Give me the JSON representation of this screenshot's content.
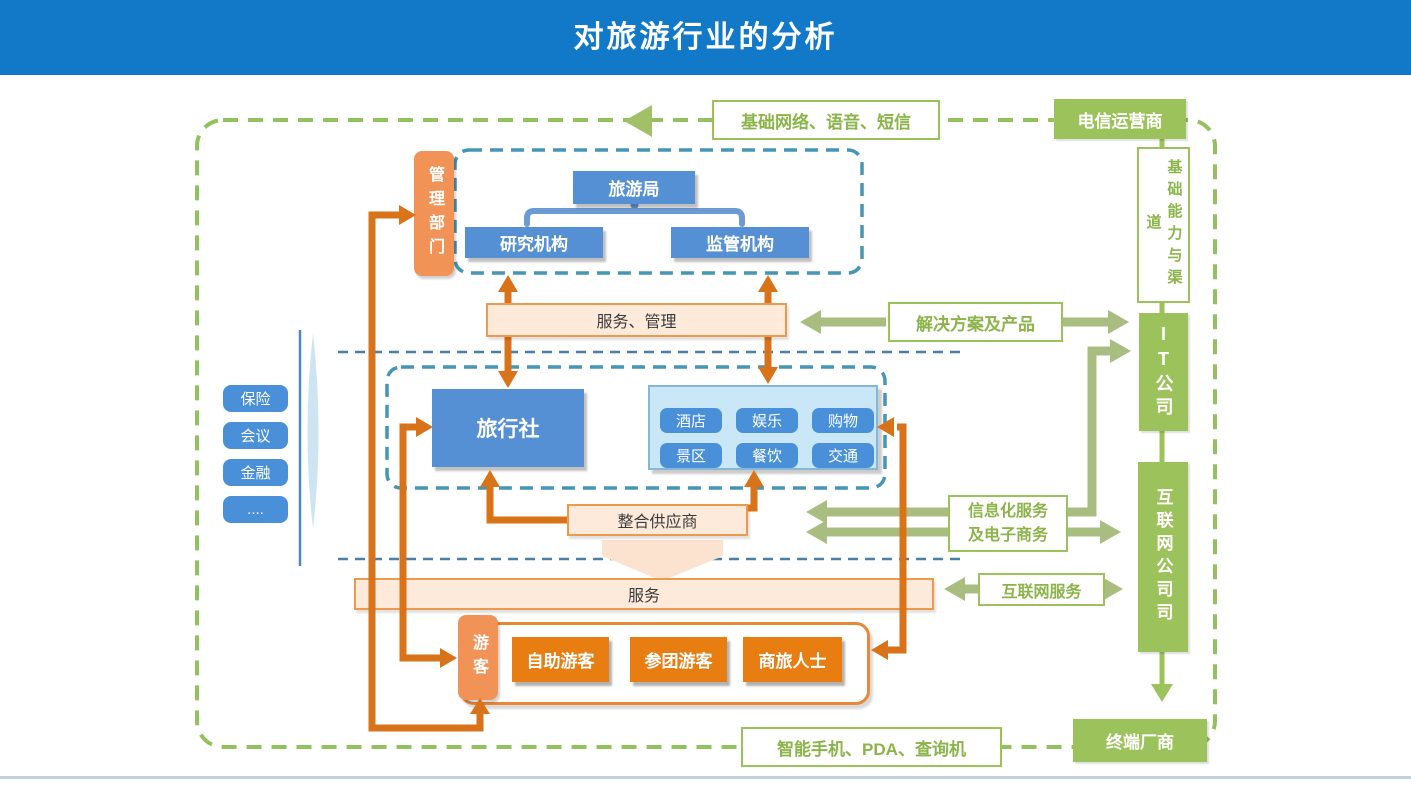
{
  "title": "对旅游行业的分析",
  "colors": {
    "header_blue": "#1278c8",
    "box_blue": "#5590d5",
    "chip_blue": "#4a90d9",
    "orange_fill": "#f19257",
    "deep_orange": "#e87d12",
    "orange_connector": "#d9731a",
    "light_orange_fill": "#fdeadb",
    "light_orange_border": "#ec9a4e",
    "green_fill": "#9cc25c",
    "green_text": "#8bb44a",
    "green_arrow": "#a9bd80",
    "green_dashed_border": "#92c25e",
    "teal_dashed_border": "#4596b5"
  },
  "diagram": {
    "network_services": {
      "label": "基础网络、语音、短信"
    },
    "telecom": {
      "label": "电信运营商"
    },
    "capability": {
      "label": "基础能力与渠道"
    },
    "it_company": {
      "label": "IT公司"
    },
    "internet_company": {
      "label": "互联网公司司"
    },
    "terminal_vendor": {
      "label": "终端厂商"
    },
    "terminal_devices": {
      "label": "智能手机、PDA、查询机"
    },
    "solutions": {
      "label": "解决方案及产品"
    },
    "info_ecommerce": {
      "label": "信息化服务\n及电子商务"
    },
    "internet_services": {
      "label": "互联网服务"
    },
    "management_dept": {
      "label": "管理部门"
    },
    "tourism_bureau": {
      "label": "旅游局"
    },
    "research_org": {
      "label": "研究机构"
    },
    "regulator_org": {
      "label": "监管机构"
    },
    "service_mgmt": {
      "label": "服务、管理"
    },
    "travel_agency": {
      "label": "旅行社"
    },
    "suppliers": [
      "酒店",
      "娱乐",
      "购物",
      "景区",
      "餐饮",
      "交通"
    ],
    "integrated_supplier": {
      "label": "整合供应商"
    },
    "side_industries": [
      "保险",
      "会议",
      "金融",
      "...."
    ],
    "service": {
      "label": "服务"
    },
    "tourists": {
      "label": "游客"
    },
    "tourist_types": [
      "自助游客",
      "参团游客",
      "商旅人士"
    ]
  }
}
